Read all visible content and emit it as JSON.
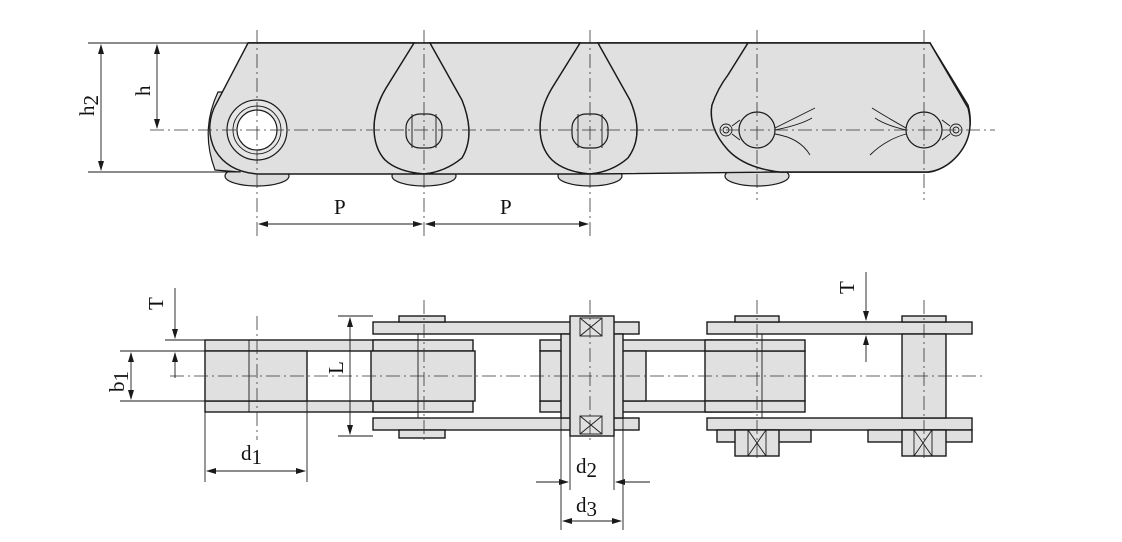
{
  "labels": {
    "h2": "h",
    "h2_sub": "2",
    "h": "h",
    "p_first": "P",
    "p_second": "P",
    "t_left": "T",
    "t_right": "T",
    "b1": "b",
    "b1_sub": "1",
    "l": "L",
    "d1": "d",
    "d1_sub": "1",
    "d2": "d",
    "d2_sub": "2",
    "d3": "d",
    "d3_sub": "3"
  },
  "colors": {
    "plate_fill": "#e0e0e0",
    "line": "#1a1a1a",
    "background": "#ffffff"
  }
}
